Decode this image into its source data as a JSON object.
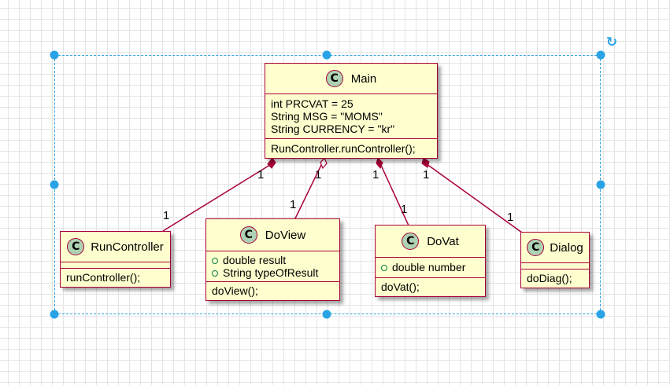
{
  "diagram": {
    "classes": {
      "main": {
        "badge": "C",
        "name": "Main",
        "fields": [
          "int PRCVAT = 25",
          "String MSG = \"MOMS\"",
          "String CURRENCY = \"kr\""
        ],
        "methods": [
          "RunController.runController();"
        ]
      },
      "runcontroller": {
        "badge": "C",
        "name": "RunController",
        "fields": [],
        "methods": [
          "runController();"
        ]
      },
      "doview": {
        "badge": "C",
        "name": "DoView",
        "fields": [
          "double result",
          "String typeOfResult"
        ],
        "methods": [
          "doView();"
        ]
      },
      "dovat": {
        "badge": "C",
        "name": "DoVat",
        "fields": [
          "double number"
        ],
        "methods": [
          "doVat();"
        ]
      },
      "dialog": {
        "badge": "C",
        "name": "Dialog",
        "fields": [],
        "methods": [
          "doDiag();"
        ]
      }
    },
    "relations": [
      {
        "from": "Main",
        "to": "RunController",
        "kind": "composition",
        "from_mult": "1",
        "to_mult": "1"
      },
      {
        "from": "Main",
        "to": "DoView",
        "kind": "aggregation",
        "from_mult": "1",
        "to_mult": "1"
      },
      {
        "from": "Main",
        "to": "DoVat",
        "kind": "composition",
        "from_mult": "1",
        "to_mult": "1"
      },
      {
        "from": "Main",
        "to": "Dialog",
        "kind": "composition",
        "from_mult": "1",
        "to_mult": "1"
      }
    ]
  },
  "colors": {
    "class_fill": "#fefece",
    "class_border": "#a80036",
    "badge_fill": "#add1b2",
    "selection": "#29a3e6",
    "grid": "#e4e4e4"
  },
  "icons": {
    "class_badge": "class-c-circle-icon",
    "rotate": "rotate-icon"
  }
}
